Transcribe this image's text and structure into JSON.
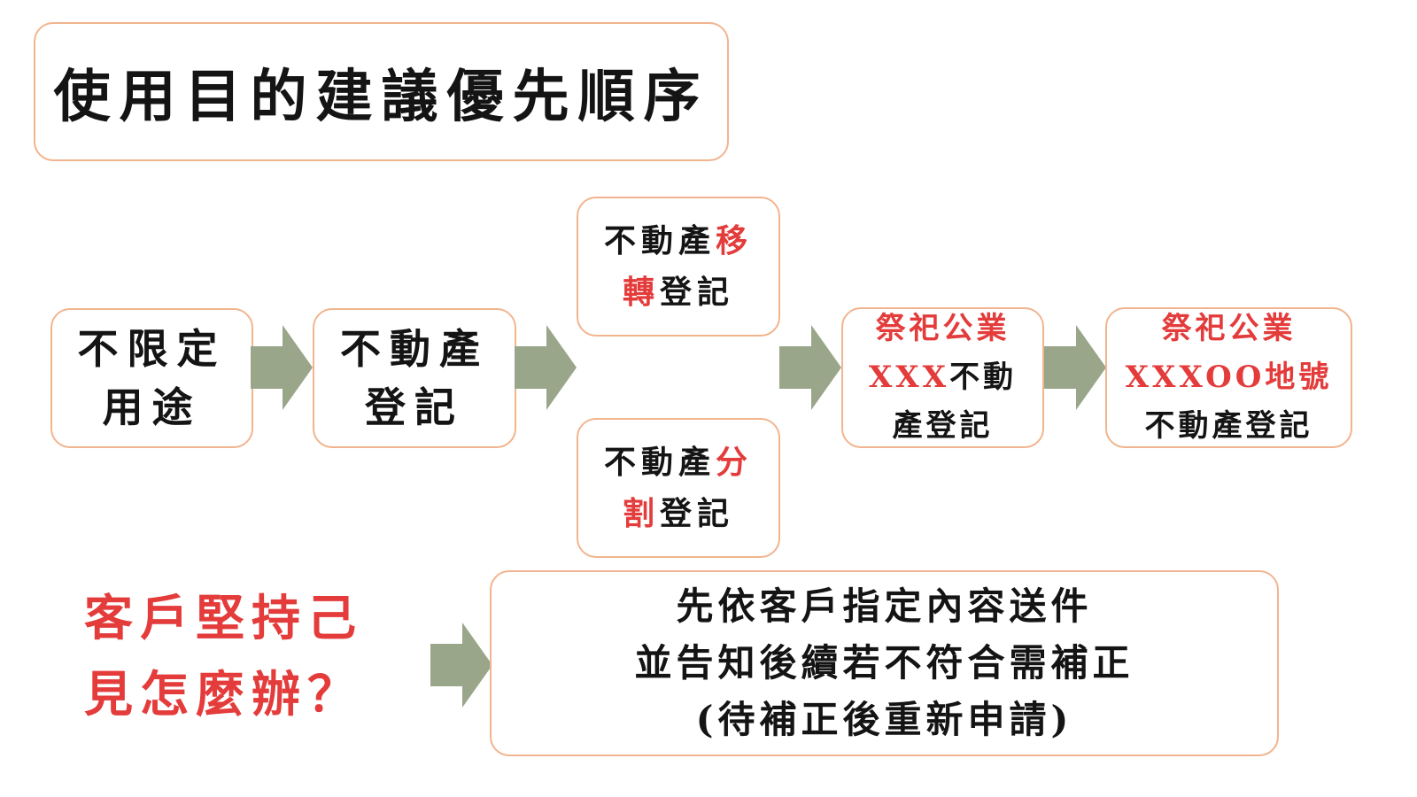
{
  "title": "使用目的建議優先順序",
  "steps": {
    "unrestricted": {
      "line1": "不限定",
      "line2": "用途"
    },
    "real_estate": {
      "line1": "不動產",
      "line2": "登記"
    }
  },
  "options": {
    "transfer": {
      "line1_black": "不動產",
      "line1_red": "移",
      "line2_red": "轉",
      "line2_black": "登記"
    },
    "split": {
      "line1_black": "不動產",
      "line1_red": "分",
      "line2_red": "割",
      "line2_black": "登記"
    }
  },
  "results": {
    "ancestral": {
      "line1_red": "祭祀公業",
      "line2_red": "XXX",
      "line2_black": "不動",
      "line3_black": "產登記"
    },
    "ancestral_lot": {
      "line1_red": "祭祀公業",
      "line2_red": "XXXOO地號",
      "line3_black": "不動產登記"
    }
  },
  "question": {
    "line1": "客戶堅持己",
    "line2": "見怎麼辦？"
  },
  "advice": {
    "line1": "先依客戶指定內容送件",
    "line2": "並告知後續若不符合需補正",
    "line3": "(待補正後重新申請)"
  },
  "colors": {
    "box_border": "#f2b48e",
    "arrow_fill": "#9aa68a",
    "highlight_red": "#e43b3b",
    "text": "#141414"
  },
  "icons": {
    "arrow": "right-block-arrow-icon"
  }
}
